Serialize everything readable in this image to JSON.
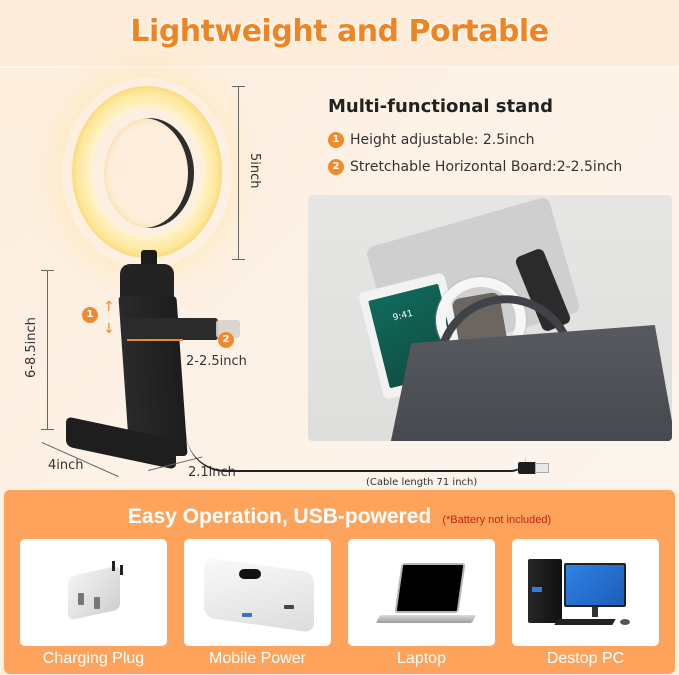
{
  "header": {
    "title": "Lightweight and Portable"
  },
  "product_diagram": {
    "ring_height_label": "5inch",
    "stand_height_label": "6-8.5inch",
    "board_extension_label": "2-2.5inch",
    "base_length_label": "4inch",
    "base_width_label": "2.1inch",
    "cable_label": "(Cable length 71 inch)",
    "marker_1": "1",
    "marker_2": "2",
    "arrow_up": "↑",
    "arrow_down": "↓"
  },
  "stand_features": {
    "title": "Multi-functional stand",
    "items": [
      {
        "number": "1",
        "text": "Height adjustable: 2.5inch"
      },
      {
        "number": "2",
        "text": "Stretchable Horizontal Board:2-2.5inch"
      }
    ]
  },
  "photo": {
    "tablet_time": "9:41"
  },
  "power_section": {
    "title": "Easy Operation, USB-powered",
    "note": "(*Battery not included)",
    "devices": [
      {
        "label": "Charging Plug",
        "icon": "charging-plug-icon"
      },
      {
        "label": "Mobile Power",
        "icon": "power-bank-icon"
      },
      {
        "label": "Laptop",
        "icon": "laptop-icon"
      },
      {
        "label": "Destop PC",
        "icon": "desktop-pc-icon"
      }
    ]
  },
  "colors": {
    "title_orange": "#f08423",
    "panel_orange": "#fea35c",
    "badge_orange": "#f08a2c",
    "note_red": "#c5230f",
    "background": "#fdf1e3"
  }
}
